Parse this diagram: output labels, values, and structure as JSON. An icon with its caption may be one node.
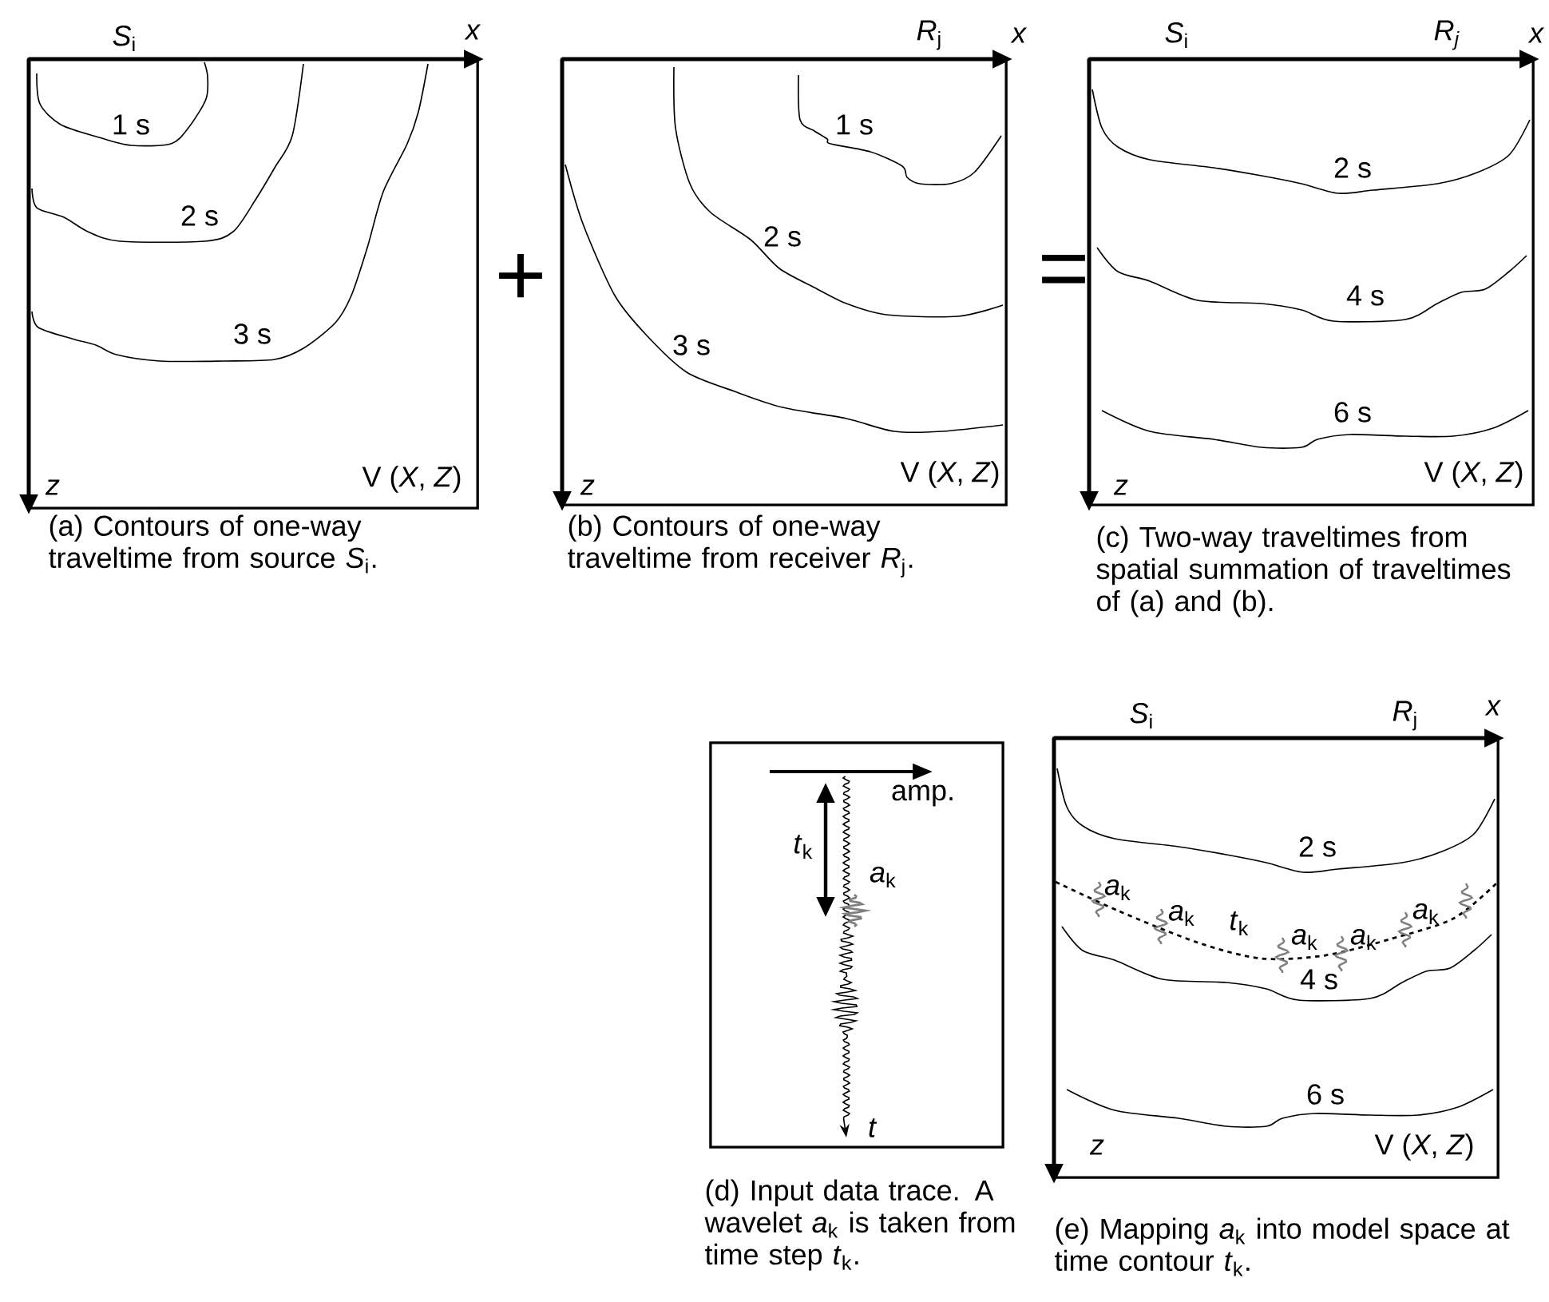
{
  "diagram": {
    "nodes": [
      {
        "text": [
          "*S*$_{i}$",
          "x",
          "1 s",
          "2 s",
          "3 s",
          "z",
          "V (*X*, *Z*)"
        ],
        "beside": [
          "(a) Contours of one-way traveltime from source *S*$_{i}$."
        ]
      },
      {
        "text": [
          "*R*$_{j}$",
          "x",
          "1 s",
          "2 s",
          "3 s",
          "z",
          "V (*X*, *Z*)"
        ],
        "beside": [
          "(b) Contours of one-way traveltime from receiver *R*$_{j}$."
        ]
      },
      {
        "text": [
          "*S*$_{i}$",
          "*R*$_{j}$",
          "x",
          "2 s",
          "4 s",
          "6 s",
          "z",
          "V (*X*, *Z*)"
        ],
        "beside": [
          "(c) Two-way traveltimes from spatial summation of traveltimes of (a) and (b)."
        ]
      },
      {
        "text": [
          "amp.",
          "*t*$_{k}$",
          "*a*$_{k}$",
          "t"
        ],
        "beside": [
          "(d) Input data trace. A wavelet *a*$_{k}$ is taken from time step *t*$_{k}$."
        ]
      },
      {
        "text": [
          "*S*$_{i}$",
          "*R*$_{j}$",
          "x",
          "2 s",
          "*a*$_{k}$",
          "*a*$_{k}$",
          "*t*$_{k}$",
          "*a*$_{k}$",
          "*a*$_{k}$",
          "*a*$_{k}$",
          "4 s",
          "6 s",
          "z",
          "V (*X*, *Z*)"
        ],
        "beside": [
          "(e) Mapping *a*$_{k}$ into model space at time contour *t*$_{k}$."
        ]
      }
    ],
    "labels": [
      "+",
      "="
    ]
  }
}
